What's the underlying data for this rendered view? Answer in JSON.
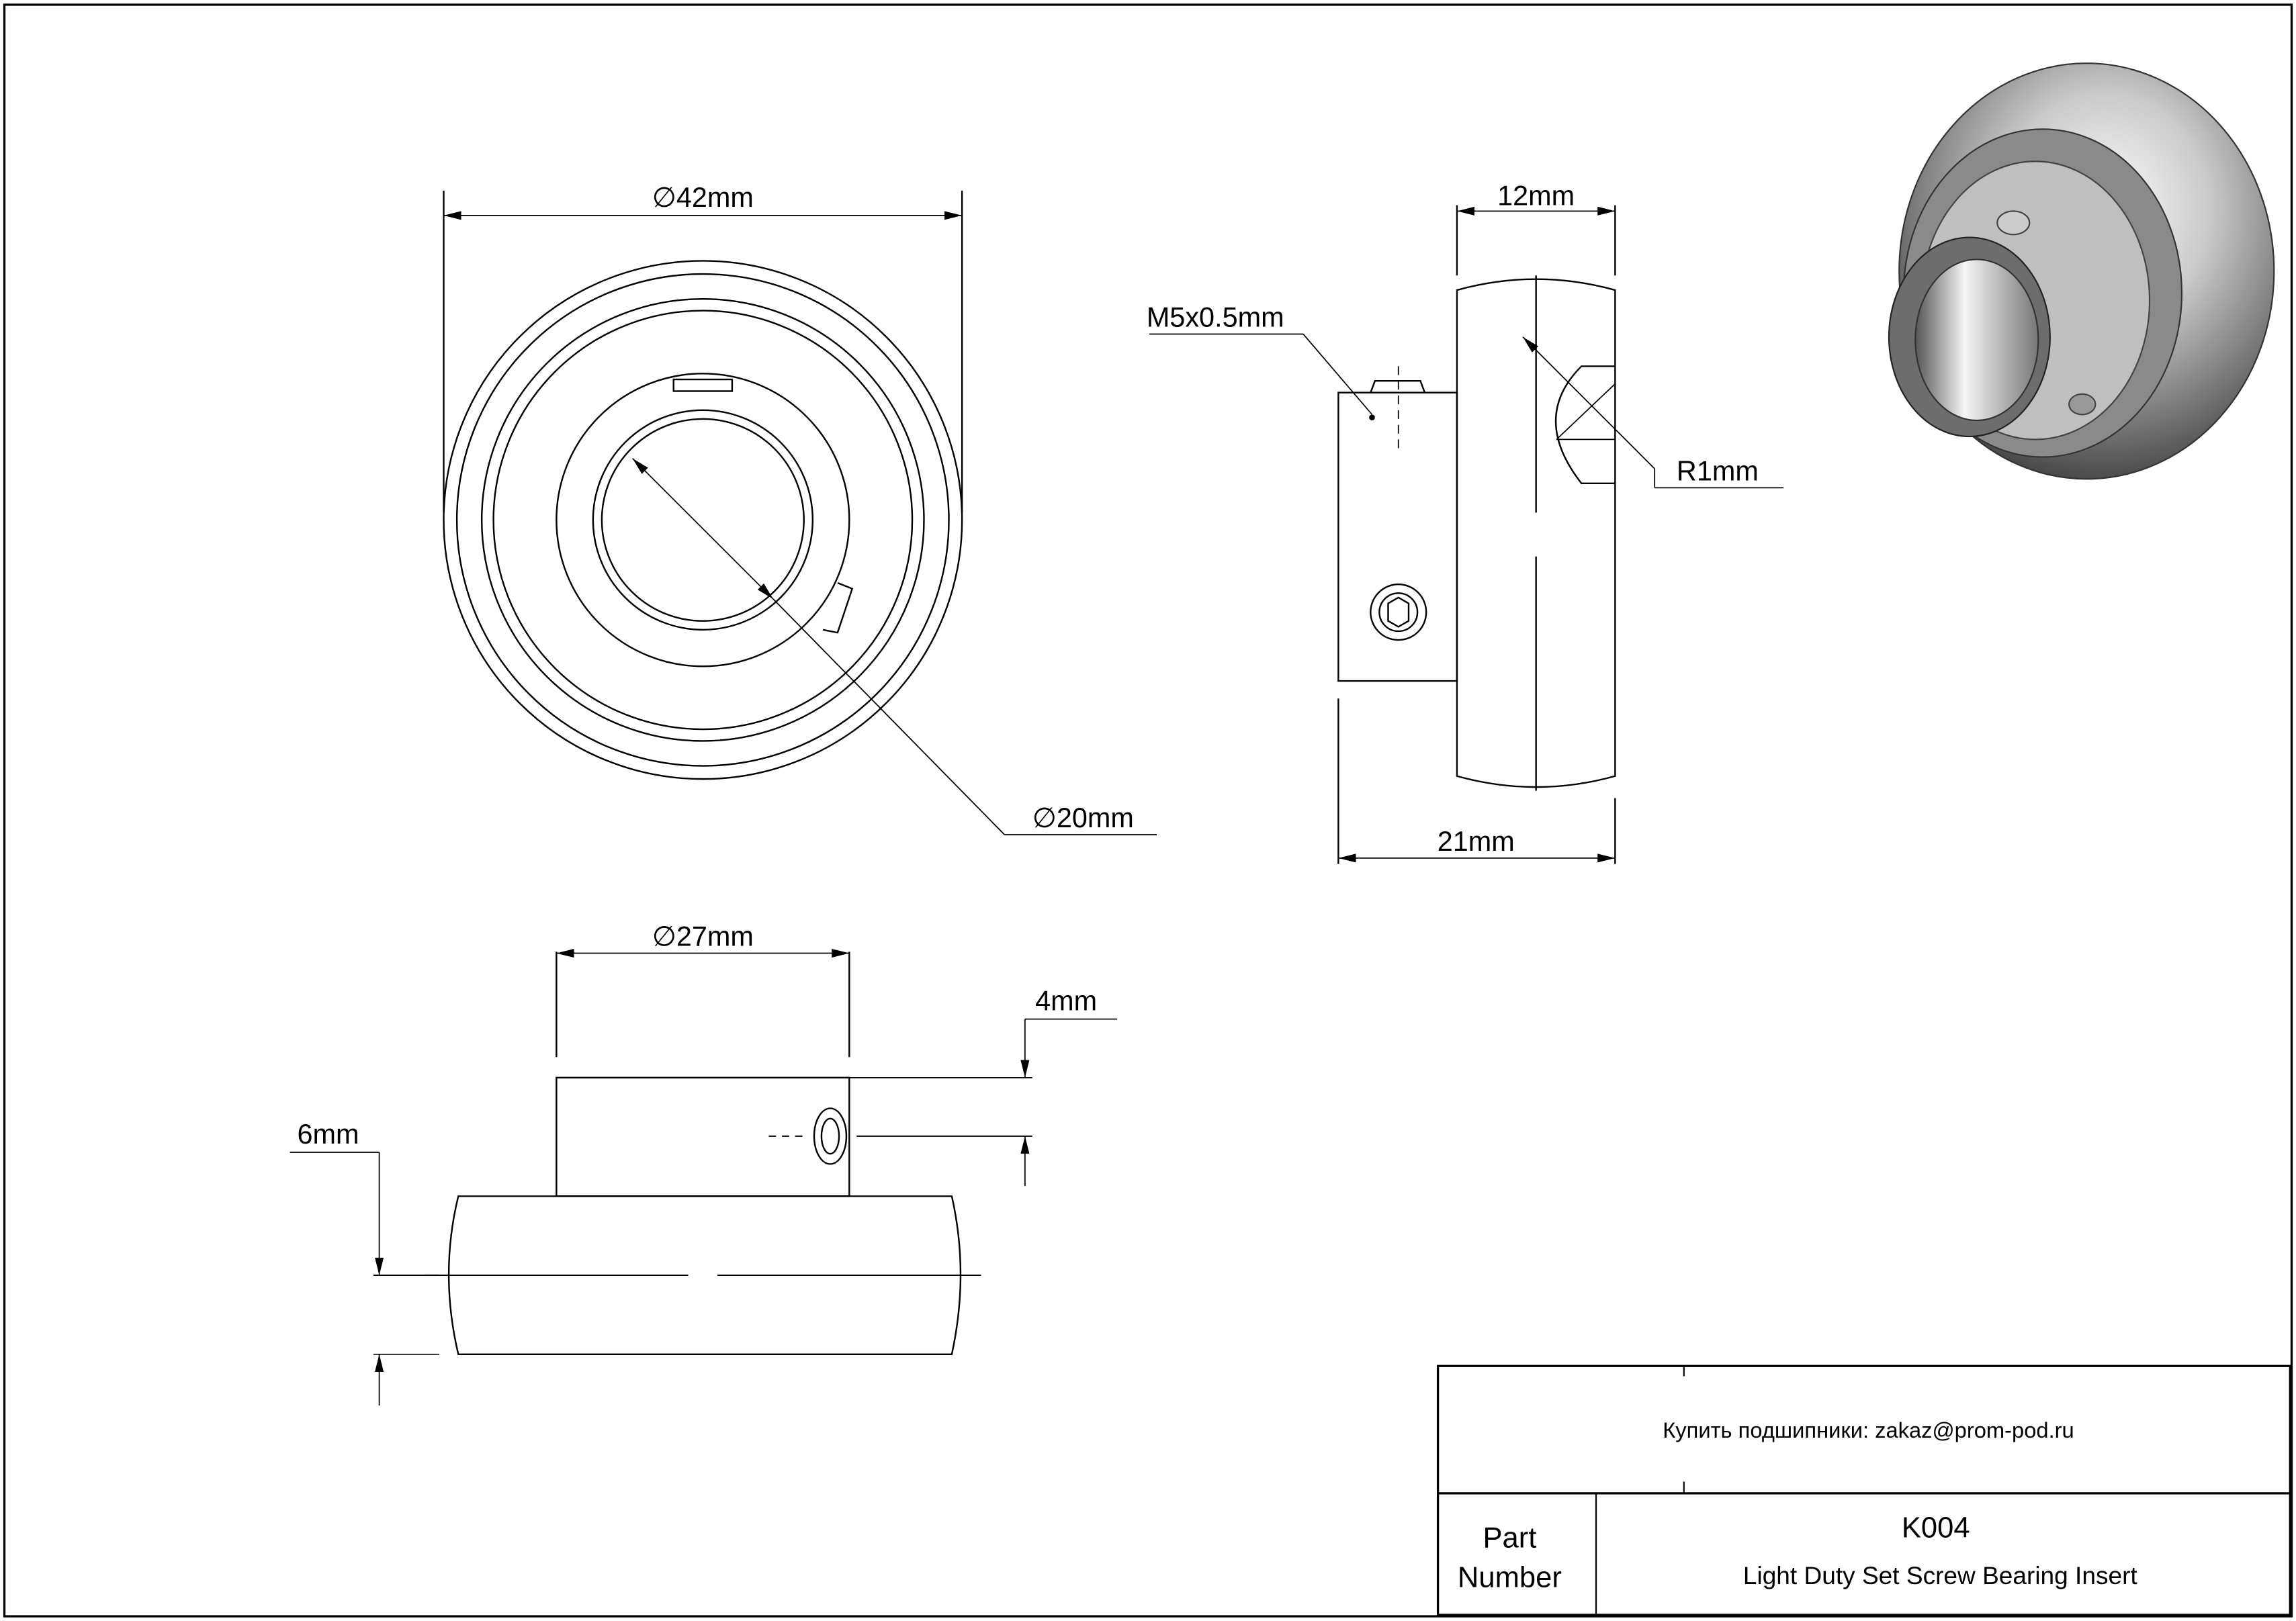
{
  "drawing": {
    "dimensions": {
      "outer_diameter": "42mm",
      "bore_diameter": "20mm",
      "width_inner": "21mm",
      "width_outer": "12mm",
      "set_screw": "M5x0.5mm",
      "radius": "R1mm",
      "collar_diameter": "27mm",
      "screw_offset": "4mm",
      "ring_offset": "6mm"
    },
    "diameter_symbol": "∅"
  },
  "title_block": {
    "contact": "Купить подшипники: zakaz@prom-pod.ru",
    "part_label_line1": "Part",
    "part_label_line2": "Number",
    "part_number": "K004",
    "description": "Light Duty Set Screw Bearing Insert"
  }
}
